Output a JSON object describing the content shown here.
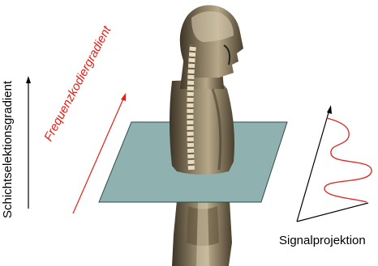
{
  "labels": {
    "slice_selection_gradient": "Schichtselektionsgradient",
    "frequency_encoding_gradient": "Frequenzkodiergradient",
    "signal_projection": "Signalprojektion"
  },
  "icons": {
    "body_silhouette": "human-torso-sagittal-section",
    "slice_plane": "imaging-slice-plane"
  },
  "colors": {
    "axis_black": "#000000",
    "frequency_red": "#e0201a",
    "plane_fill": "#8fb2b0",
    "plane_edge": "#2f4a4a",
    "signal_curve": "#e0201a"
  }
}
